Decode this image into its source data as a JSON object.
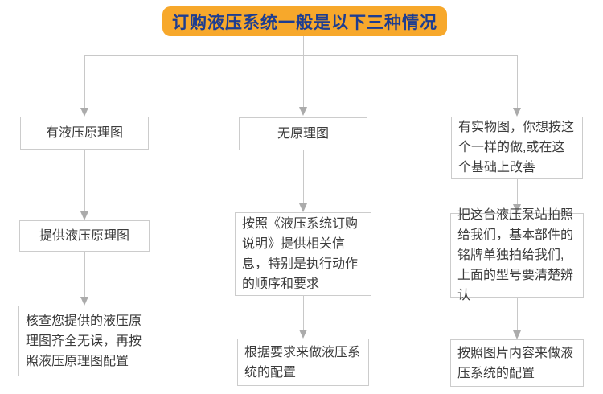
{
  "header": {
    "title": "订购液压系统一般是以下三种情况"
  },
  "columns": [
    {
      "steps": [
        "有液压原理图",
        "提供液压原理图",
        "核查您提供的液压原理图齐全无误，再按照液压原理图配置"
      ]
    },
    {
      "steps": [
        "无原理图",
        "按照《液压系统订购说明》提供相关信息，特别是执行动作的顺序和要求",
        "根据要求来做液压系统的配置"
      ]
    },
    {
      "steps": [
        "有实物图，你想按这个一样的做,或在这个基础上改善",
        "把这台液压泵站拍照给我们，基本部件的铭牌单独拍给我们,上面的型号要清楚辨认",
        "按照图片内容来做液压系统的配置"
      ]
    }
  ],
  "colors": {
    "header-bg": "#F7A82B",
    "header-text": "#1D3D91",
    "line": "#C8C8C8",
    "arrow": "#ABABAB",
    "box-border": "#CCCCCC",
    "box-text": "#3C3C3C",
    "canvas-bg": "#FFFFFF"
  }
}
